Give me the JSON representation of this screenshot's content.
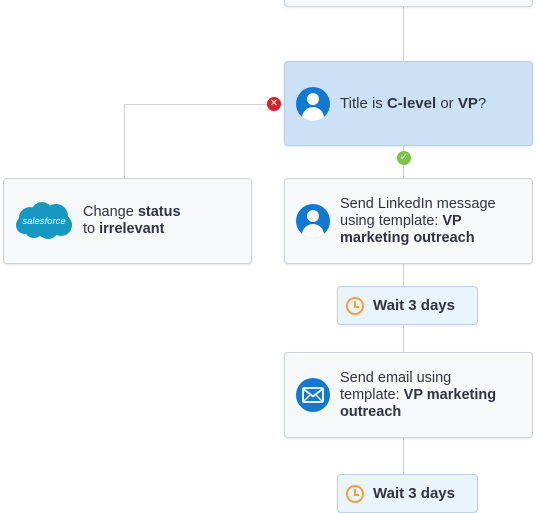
{
  "colors": {
    "accent": "#1279d1",
    "selected_bg": "#cde1f6",
    "no_branch": "#d8212c",
    "yes_branch": "#7cc444",
    "wait_icon": "#f0a040"
  },
  "condition": {
    "prefix": "Title is ",
    "value1": "C-level",
    "middle": " or ",
    "value2": "VP",
    "suffix": "?",
    "icon": "user-icon"
  },
  "branches": {
    "no_icon": "x-circle-icon",
    "yes_icon": "check-circle-icon"
  },
  "salesforce_action": {
    "logo_text": "salesforce",
    "line1_prefix": "Change ",
    "line1_bold": "status",
    "line2_prefix": "to ",
    "line2_bold": "irrelevant"
  },
  "linkedin_step": {
    "icon": "user-icon",
    "line1": "Send LinkedIn message",
    "line2_prefix": "using template: ",
    "line2_bold": "VP",
    "line3_bold": "marketing outreach"
  },
  "wait1": {
    "icon": "clock-icon",
    "label": "Wait 3 days"
  },
  "email_step": {
    "icon": "envelope-icon",
    "line1": "Send email using",
    "line2_prefix": "template: ",
    "line2_bold": "VP marketing",
    "line3_bold": "outreach"
  },
  "wait2": {
    "icon": "clock-icon",
    "label": "Wait 3 days"
  }
}
